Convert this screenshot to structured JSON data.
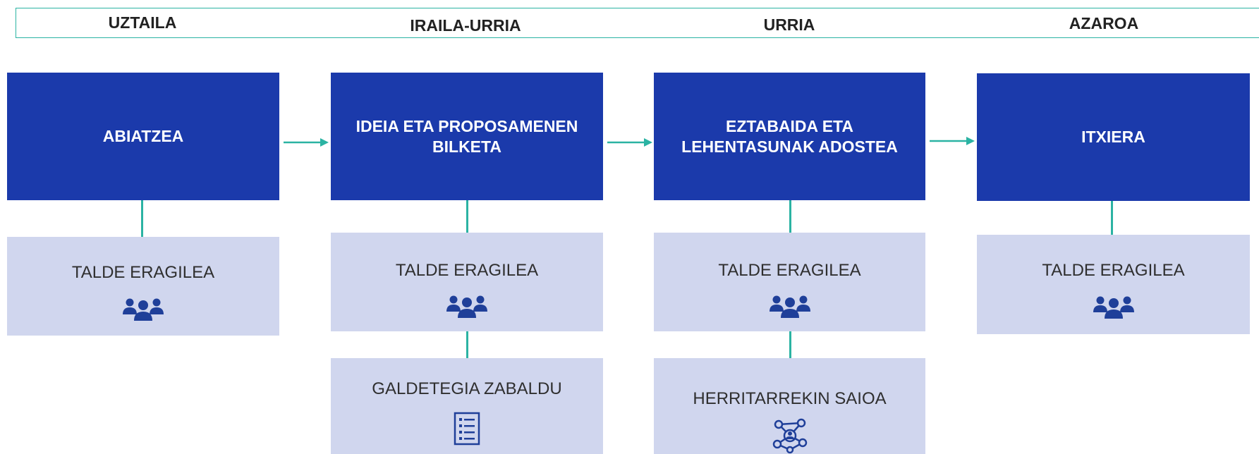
{
  "months": [
    "UZTAILA",
    "IRAILA-URRIA",
    "URRIA",
    "AZAROA"
  ],
  "phases": [
    {
      "title": "ABIATZEA"
    },
    {
      "title": "IDEIA ETA PROPOSAMENEN\nBILKETA"
    },
    {
      "title": "EZTABAIDA ETA\nLEHENTASUNAK ADOSTEA"
    },
    {
      "title": "ITXIERA"
    }
  ],
  "activities": [
    {
      "label": "TALDE ERAGILEA",
      "icon": "group-icon"
    },
    {
      "label": "TALDE ERAGILEA",
      "icon": "group-icon"
    },
    {
      "label": "TALDE ERAGILEA",
      "icon": "group-icon"
    },
    {
      "label": "TALDE ERAGILEA",
      "icon": "group-icon"
    },
    {
      "label": "GALDETEGIA ZABALDU",
      "icon": "checklist-icon"
    },
    {
      "label": "HERRITARREKIN SAIOA",
      "icon": "network-icon"
    }
  ],
  "colors": {
    "phase_bg": "#1b3aab",
    "activity_bg": "#d0d6ee",
    "connector": "#2bb3a3",
    "icon": "#1f3f99"
  }
}
